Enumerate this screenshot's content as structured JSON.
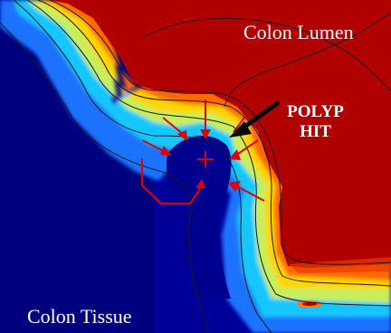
{
  "labels": {
    "lumen": "Colon Lumen",
    "tissue": "Colon Tissue",
    "polyp_line1": "POLYP",
    "polyp_line2": "HIT"
  },
  "colors": {
    "lumen": "#b00000",
    "tissue": "#00008c",
    "annotation": "#e00000",
    "pointer": "#000000",
    "contour": "#1a1a1a"
  }
}
